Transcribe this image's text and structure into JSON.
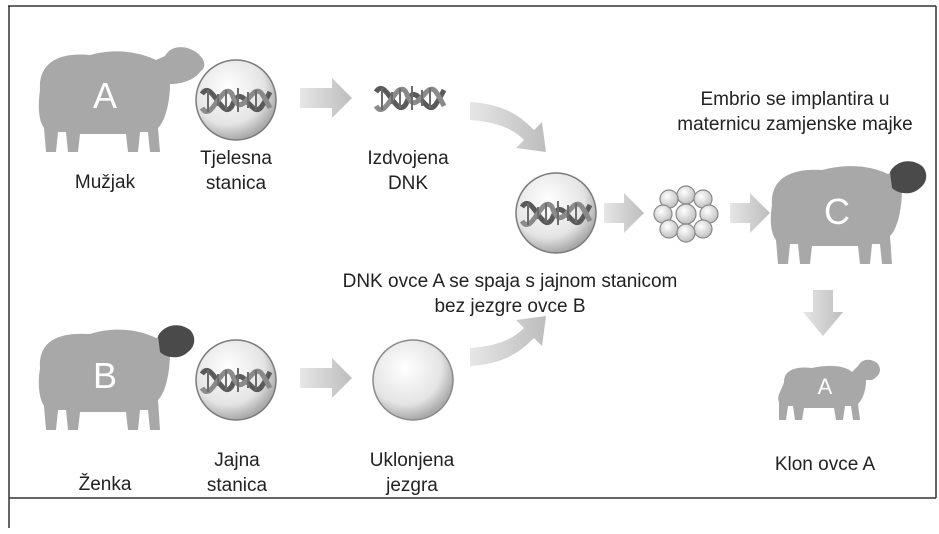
{
  "sheep_a": {
    "letter": "A",
    "label": "Mužjak"
  },
  "sheep_b": {
    "letter": "B",
    "label": "Ženka"
  },
  "sheep_c": {
    "letter": "C"
  },
  "clone": {
    "letter": "A",
    "label": "Klon ovce A"
  },
  "steps": {
    "body_cell": [
      "Tjelesna",
      "stanica"
    ],
    "extracted_dna": [
      "Izdvojena",
      "DNK"
    ],
    "egg_cell": [
      "Jajna",
      "stanica"
    ],
    "removed_nucleus": [
      "Uklonjena",
      "jezgra"
    ],
    "fusion": [
      "DNK ovce A se spaja s jajnom stanicom",
      "bez jezgre ovce B"
    ],
    "implant": [
      "Embrio se implantira u",
      "maternicu zamjenske majke"
    ]
  },
  "colors": {
    "frame": "#333333",
    "sheep": "#a8a8a8",
    "arrow": "#c4c4c4",
    "head_dark": "#4a4a4a"
  }
}
